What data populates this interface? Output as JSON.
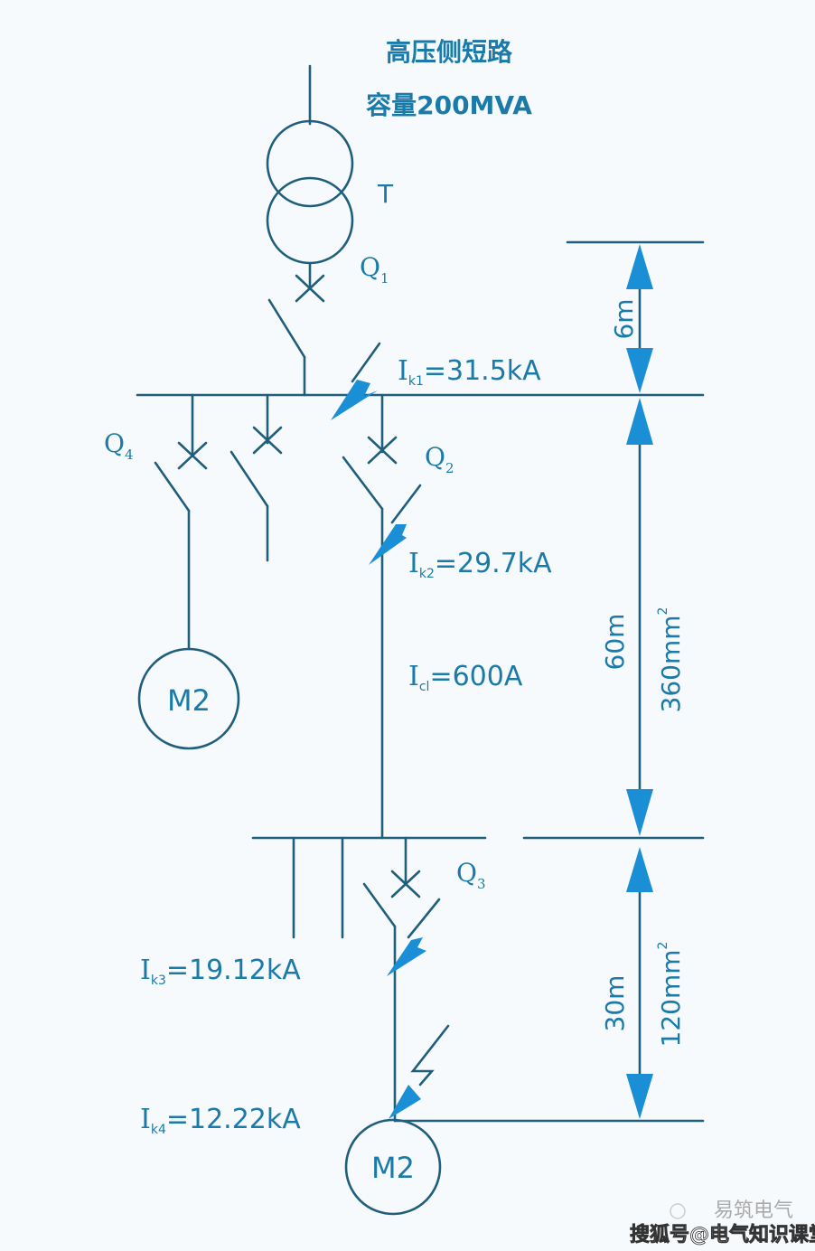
{
  "title": {
    "line1": "高压侧短路",
    "line2": "容量200MVA"
  },
  "transformer": {
    "label": "T"
  },
  "breakers": {
    "q1": {
      "label": "Q",
      "sub": "1"
    },
    "q2": {
      "label": "Q",
      "sub": "2"
    },
    "q3": {
      "label": "Q",
      "sub": "3"
    },
    "q4": {
      "label": "Q",
      "sub": "4"
    }
  },
  "faults": {
    "k1": {
      "prefix": "I",
      "sub": "k1",
      "value": "=31.5kA"
    },
    "k2": {
      "prefix": "I",
      "sub": "k2",
      "value": "=29.7kA"
    },
    "k3": {
      "prefix": "I",
      "sub": "k3",
      "value": "=19.12kA"
    },
    "k4": {
      "prefix": "I",
      "sub": "k4",
      "value": "=12.22kA"
    }
  },
  "load_current": {
    "prefix": "I",
    "sub": "cl",
    "value": "=600A"
  },
  "motors": {
    "upper": {
      "label": "M2"
    },
    "lower": {
      "label": "M2"
    }
  },
  "dimensions": {
    "seg1": {
      "length": "6m"
    },
    "seg2": {
      "length": "60m",
      "cross_section": "360mm",
      "sup": "2"
    },
    "seg3": {
      "length": "30m",
      "cross_section": "120mm",
      "sup": "2"
    }
  },
  "watermark": {
    "line1": "易筑电气",
    "line2": "搜狐号@电气知识课堂"
  }
}
